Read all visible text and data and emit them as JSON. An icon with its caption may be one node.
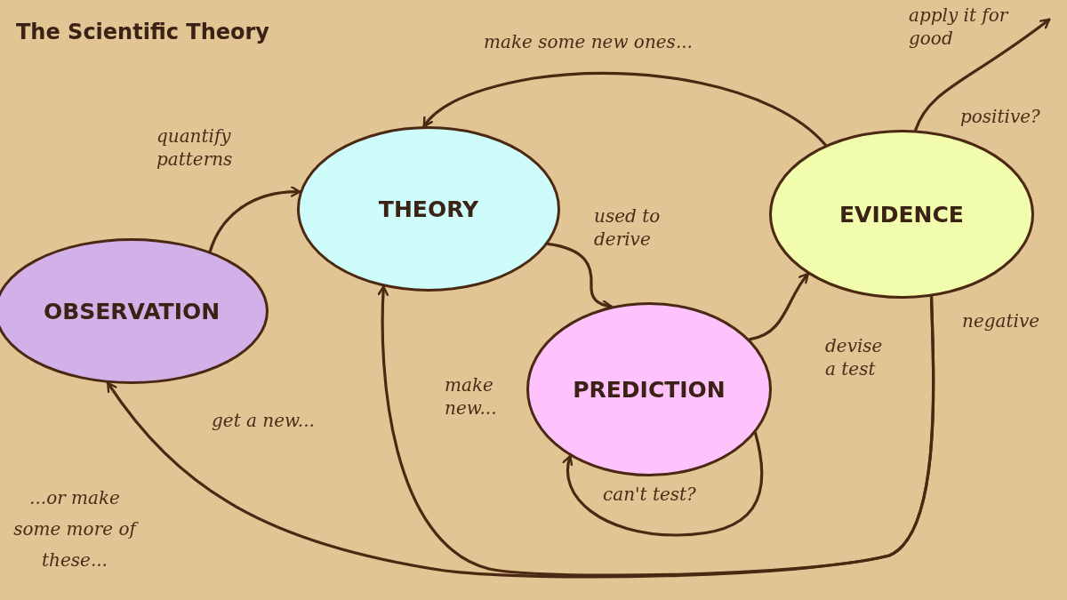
{
  "diagram": {
    "title": "The Scientific Theory",
    "nodes": [
      {
        "text": [
          "OBSERVATION"
        ]
      },
      {
        "text": [
          "THEORY"
        ]
      },
      {
        "text": [
          "PREDICTION"
        ]
      },
      {
        "text": [
          "EVIDENCE"
        ]
      },
      {
        "text": [
          "apply it for good"
        ]
      }
    ],
    "edges": [
      {
        "from": 0,
        "to": 1,
        "arrow": "to",
        "label": "quantify patterns"
      },
      {
        "from": 1,
        "to": 2,
        "arrow": "to",
        "label": "used to derive"
      },
      {
        "from": 2,
        "to": 3,
        "arrow": "to",
        "label": "devise a test"
      },
      {
        "from": 3,
        "to": 1,
        "arrow": "to",
        "label": "make some new ones..."
      },
      {
        "from": 3,
        "to": 4,
        "arrow": "to",
        "label": "positive?"
      },
      {
        "from": 3,
        "to": 1,
        "arrow": "to",
        "label": "get a new..."
      },
      {
        "from": 3,
        "to": 0,
        "arrow": "to",
        "label": "...or make some more of these..."
      },
      {
        "from": 2,
        "to": 2,
        "arrow": "to",
        "label": "can't test?"
      }
    ],
    "labels": [
      "negative",
      "make new..."
    ]
  }
}
